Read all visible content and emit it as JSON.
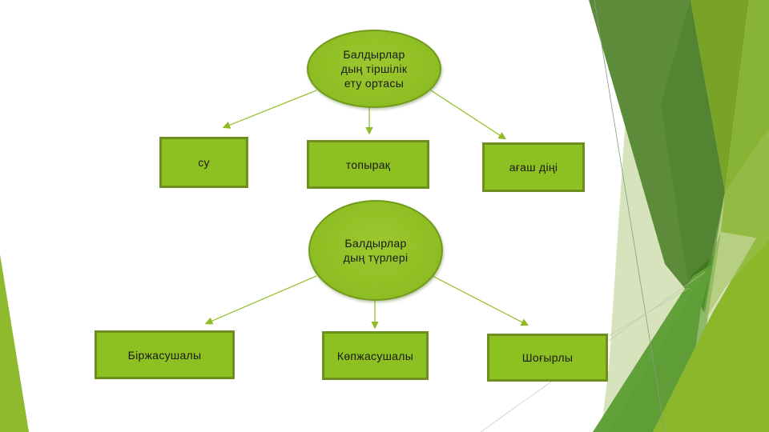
{
  "colors": {
    "node_fill": "#8dc021",
    "node_border": "#6e8f20",
    "arrow": "#8dbd22",
    "deco_dark": "#5a8a35",
    "deco_mid": "#78a326",
    "deco_light": "#8ab83a",
    "deco_pale": "#c9d9a6"
  },
  "diagram1": {
    "root": "Балдырлар\nдың тіршілік\nету ортасы",
    "children": [
      "су",
      "топырақ",
      "ағаш діңі"
    ]
  },
  "diagram2": {
    "root": "Балдырлар\nдың түрлері",
    "children": [
      "Біржасушалы",
      "Көпжасушалы",
      "Шоғырлы"
    ]
  }
}
